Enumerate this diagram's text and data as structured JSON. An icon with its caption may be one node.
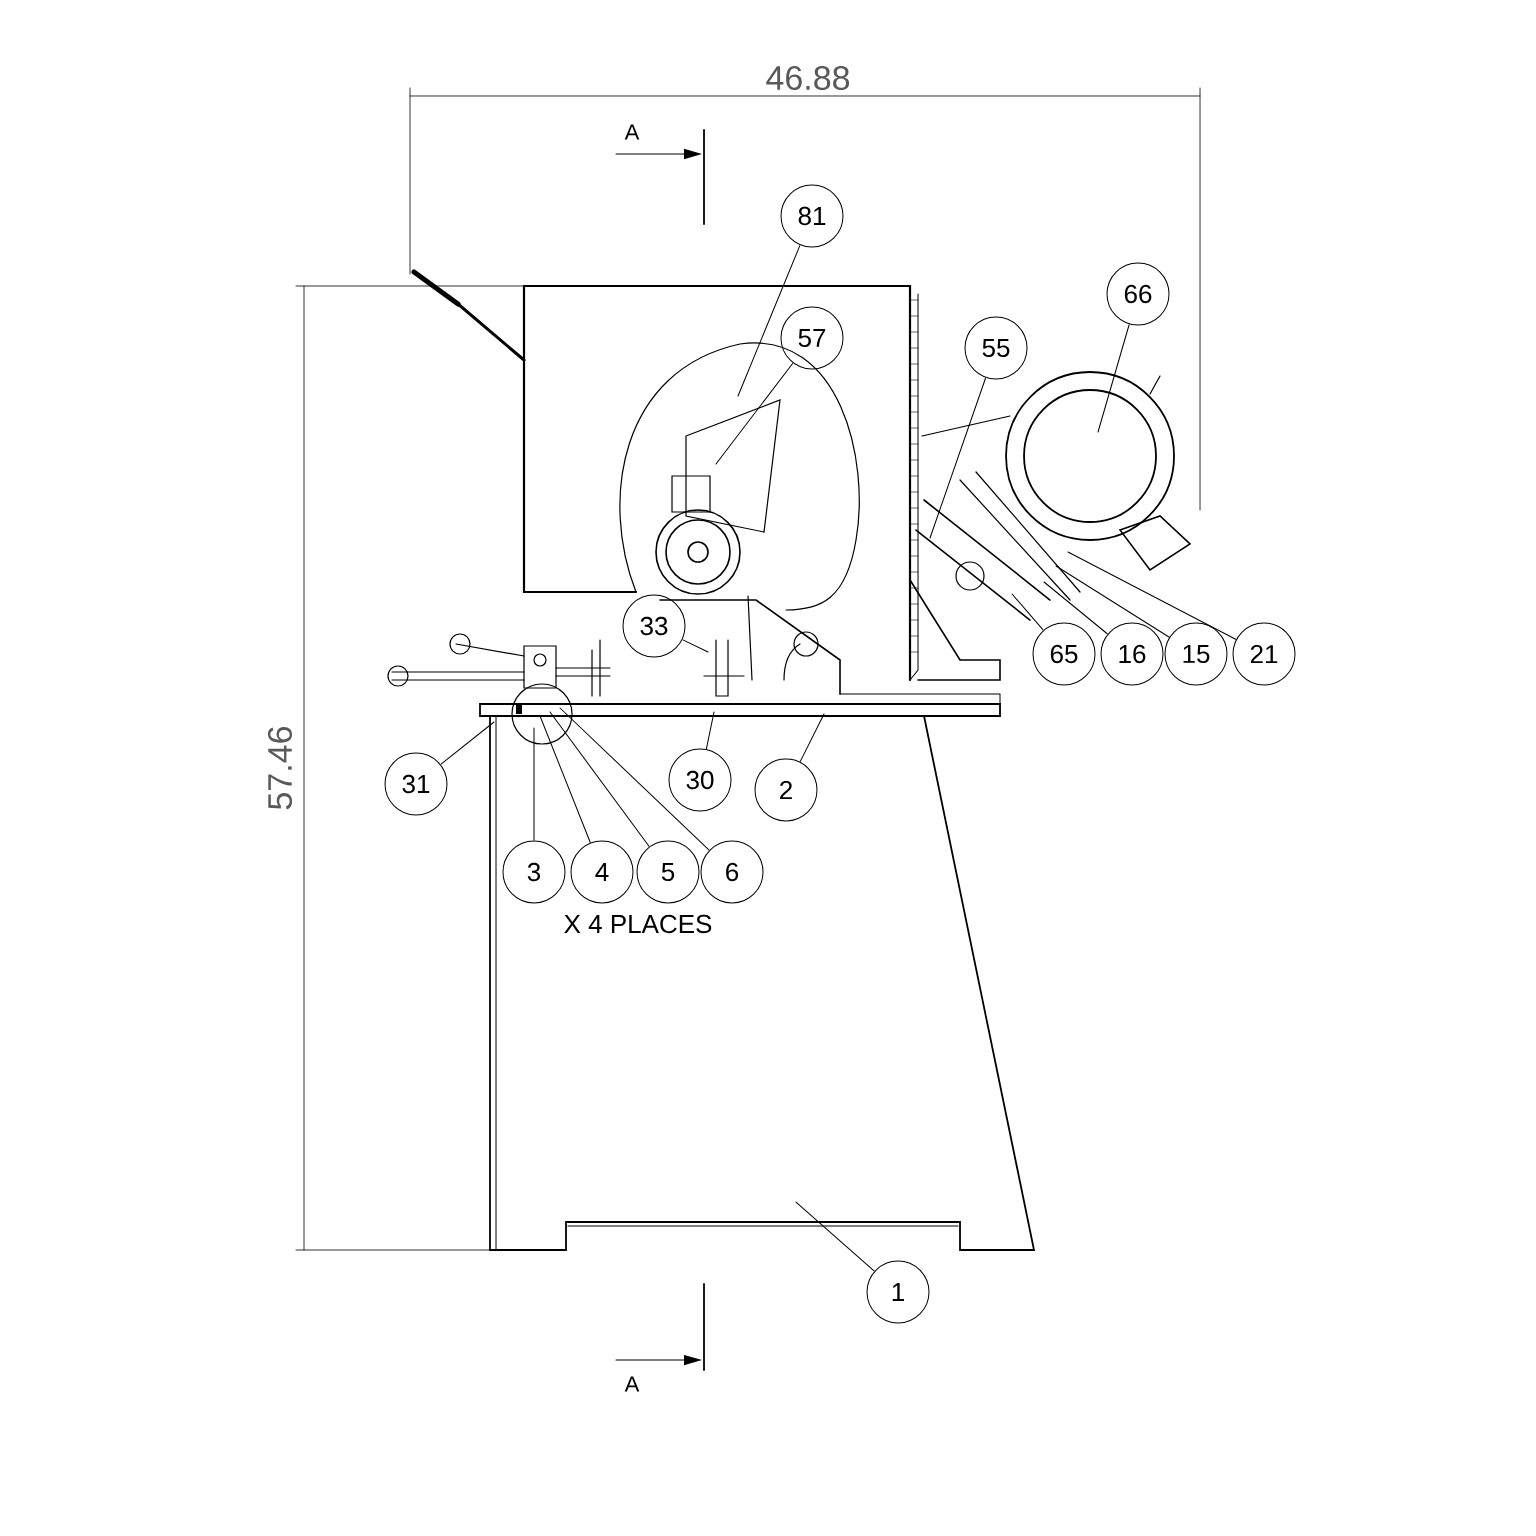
{
  "diagram": {
    "nodes": [
      {
        "text": [
          "81"
        ]
      },
      {
        "text": [
          "57"
        ]
      },
      {
        "text": [
          "55"
        ]
      },
      {
        "text": [
          "66"
        ]
      },
      {
        "text": [
          "33"
        ]
      },
      {
        "text": [
          "65"
        ]
      },
      {
        "text": [
          "16"
        ]
      },
      {
        "text": [
          "15"
        ]
      },
      {
        "text": [
          "21"
        ]
      },
      {
        "text": [
          "31"
        ]
      },
      {
        "text": [
          "30"
        ]
      },
      {
        "text": [
          "2"
        ]
      },
      {
        "text": [
          "3"
        ]
      },
      {
        "text": [
          "4"
        ]
      },
      {
        "text": [
          "5"
        ]
      },
      {
        "text": [
          "6"
        ]
      },
      {
        "text": [
          "1"
        ]
      }
    ],
    "edges": [
      {
        "from": 0,
        "to": null,
        "arrow": "none"
      },
      {
        "from": 1,
        "to": null,
        "arrow": "none"
      },
      {
        "from": 2,
        "to": null,
        "arrow": "none"
      },
      {
        "from": 3,
        "to": null,
        "arrow": "none"
      },
      {
        "from": 4,
        "to": null,
        "arrow": "none"
      },
      {
        "from": 5,
        "to": null,
        "arrow": "none"
      },
      {
        "from": 6,
        "to": null,
        "arrow": "none"
      },
      {
        "from": 7,
        "to": null,
        "arrow": "none"
      },
      {
        "from": 8,
        "to": null,
        "arrow": "none"
      },
      {
        "from": 9,
        "to": null,
        "arrow": "none"
      },
      {
        "from": 10,
        "to": null,
        "arrow": "none"
      },
      {
        "from": 11,
        "to": null,
        "arrow": "none"
      },
      {
        "from": 12,
        "to": null,
        "arrow": "none"
      },
      {
        "from": 13,
        "to": null,
        "arrow": "none"
      },
      {
        "from": 14,
        "to": null,
        "arrow": "none"
      },
      {
        "from": 15,
        "to": null,
        "arrow": "none"
      },
      {
        "from": 16,
        "to": null,
        "arrow": "none"
      }
    ],
    "labels": [
      "46.88",
      "A",
      "57.46",
      "X 4 PLACES",
      "A"
    ]
  }
}
